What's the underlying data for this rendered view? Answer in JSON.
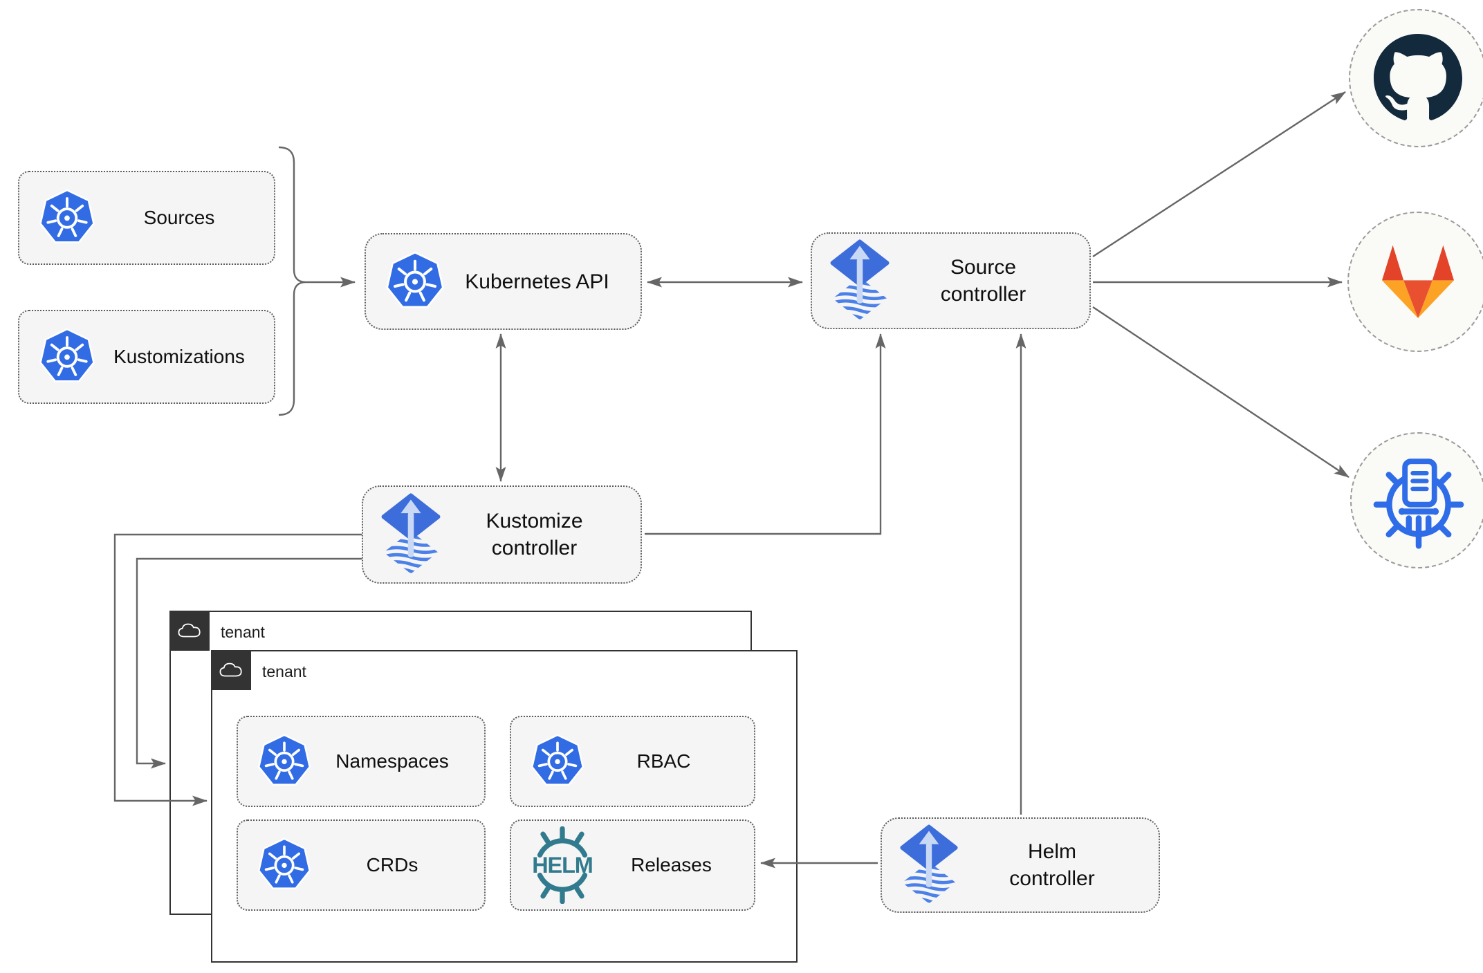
{
  "diagram": {
    "nodes": {
      "sources": {
        "label": "Sources"
      },
      "kustomizations": {
        "label": "Kustomizations"
      },
      "kubernetes_api": {
        "label": "Kubernetes API"
      },
      "source_controller": {
        "label": "Source\ncontroller"
      },
      "kustomize_controller": {
        "label": "Kustomize\ncontroller"
      },
      "helm_controller": {
        "label": "Helm\ncontroller"
      },
      "tenant_outer": {
        "label": "tenant"
      },
      "tenant_inner": {
        "label": "tenant"
      },
      "namespaces": {
        "label": "Namespaces"
      },
      "rbac": {
        "label": "RBAC"
      },
      "crds": {
        "label": "CRDs"
      },
      "releases": {
        "label": "Releases"
      }
    },
    "external_systems": [
      {
        "name": "github",
        "icon": "github-logo"
      },
      {
        "name": "gitlab",
        "icon": "gitlab-logo"
      },
      {
        "name": "chartmuseum",
        "icon": "chartmuseum-logo"
      }
    ],
    "icons": {
      "kubernetes": "kubernetes-logo",
      "flux": "flux-logo",
      "cloud": "cloud-icon",
      "helm_text": "HELM"
    },
    "edges": [
      {
        "from": "sources+kustomizations",
        "to": "kubernetes_api",
        "style": "brace-arrow"
      },
      {
        "from": "kubernetes_api",
        "to": "source_controller",
        "style": "bidirectional"
      },
      {
        "from": "kubernetes_api",
        "to": "kustomize_controller",
        "style": "bidirectional"
      },
      {
        "from": "kustomize_controller",
        "to": "source_controller",
        "style": "arrow"
      },
      {
        "from": "helm_controller",
        "to": "source_controller",
        "style": "arrow"
      },
      {
        "from": "helm_controller",
        "to": "releases",
        "style": "arrow"
      },
      {
        "from": "kustomize_controller",
        "to": "tenant_outer",
        "style": "arrow"
      },
      {
        "from": "kustomize_controller",
        "to": "tenant_inner",
        "style": "arrow"
      },
      {
        "from": "source_controller",
        "to": "github",
        "style": "arrow"
      },
      {
        "from": "source_controller",
        "to": "gitlab",
        "style": "arrow"
      },
      {
        "from": "source_controller",
        "to": "chartmuseum",
        "style": "arrow"
      }
    ],
    "colors": {
      "kubernetes_blue": "#326CE5",
      "flux_blue": "#3D6DDB",
      "flux_stripe": "#4A80E8",
      "flux_arrow_light": "#C9D9F5",
      "helm_teal": "#327B8E",
      "github_dark": "#13293C",
      "gitlab_red": "#E24329",
      "gitlab_amber": "#FCA326",
      "chartmuseum_blue": "#2F6CE8",
      "node_fill": "#F5F5F5",
      "line_gray": "#666666",
      "tenant_badge": "#333333"
    }
  }
}
